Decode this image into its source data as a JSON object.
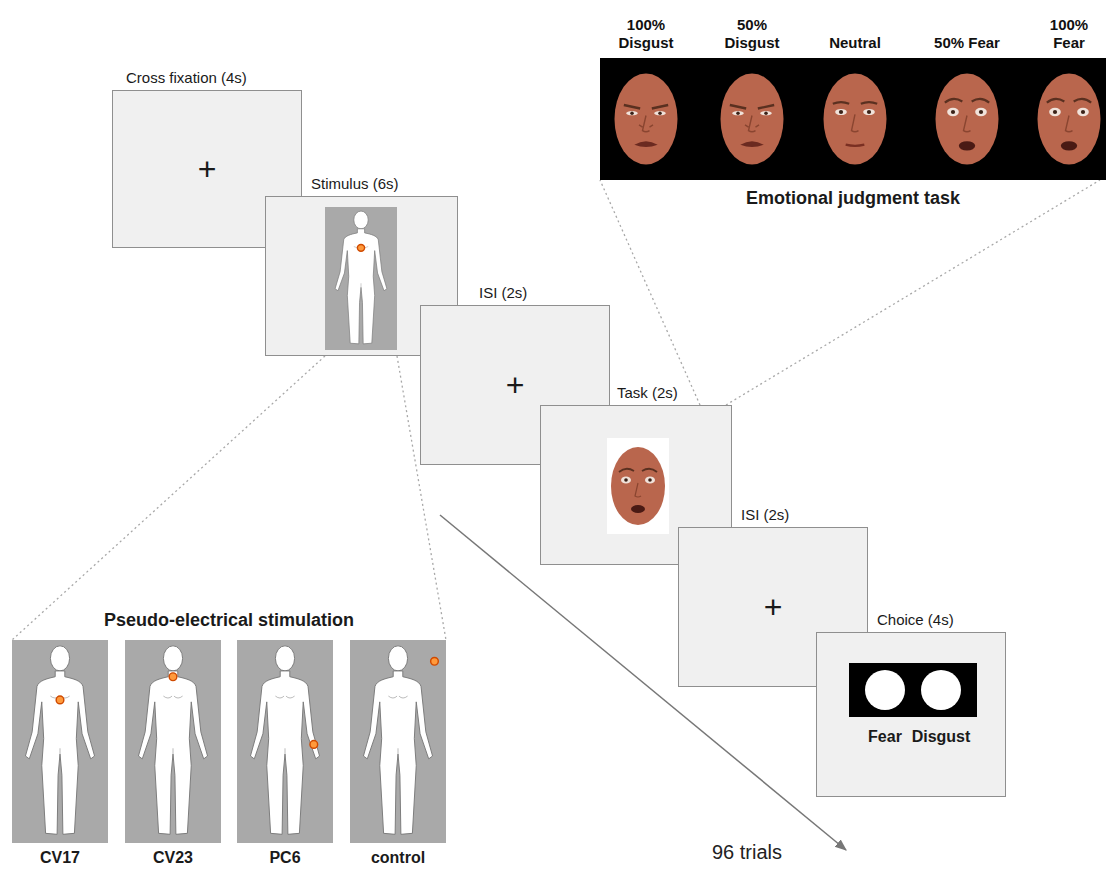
{
  "diagram": {
    "nodes": [
      {
        "text": [
          "Cross fixation (4s)",
          "+"
        ]
      },
      {
        "text": [
          "Stimulus (6s)"
        ]
      },
      {
        "text": [
          "ISI (2s)",
          "+"
        ]
      },
      {
        "text": [
          "Task (2s)"
        ]
      },
      {
        "text": [
          "ISI (2s)",
          "+"
        ]
      },
      {
        "text": [
          "Choice (4s)",
          "Fear",
          "Disgust"
        ]
      },
      {
        "text": [
          "100% Disgust",
          "50% Disgust",
          "Neutral",
          "50% Fear",
          "100% Fear",
          "Emotional judgment task"
        ]
      },
      {
        "text": [
          "Pseudo-electrical stimulation"
        ]
      },
      {
        "text": [
          "CV17"
        ],
        "in": 7
      },
      {
        "text": [
          "CV23"
        ],
        "in": 7
      },
      {
        "text": [
          "PC6"
        ],
        "in": 7
      },
      {
        "text": [
          "control"
        ],
        "in": 7
      }
    ],
    "edges": [
      {
        "from": 1,
        "to": 7,
        "arrow": "none"
      },
      {
        "from": 3,
        "to": 6,
        "arrow": "none"
      }
    ],
    "labels": [
      "96 trials"
    ]
  }
}
